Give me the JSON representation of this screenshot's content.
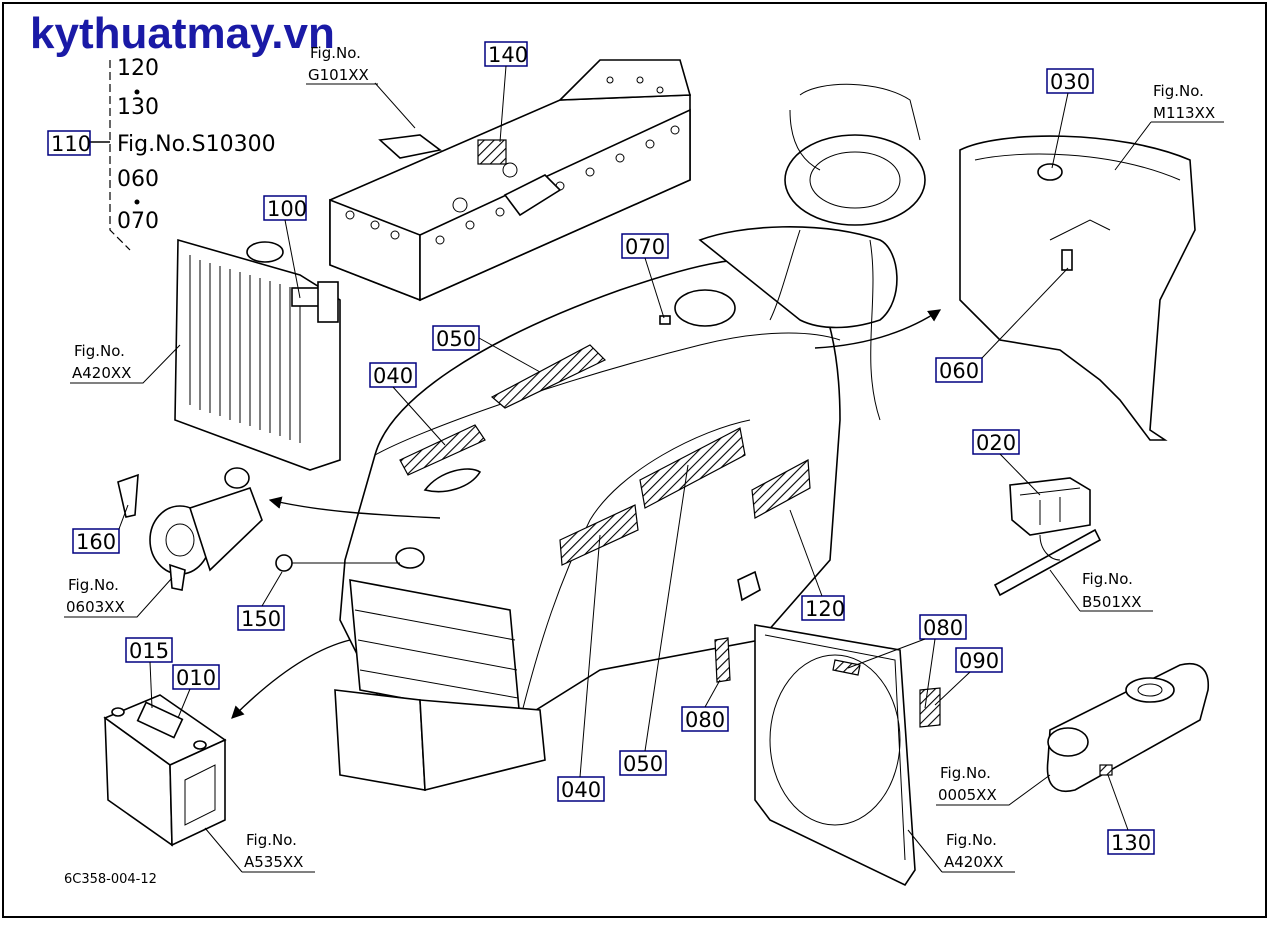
{
  "watermark": "kythuatmay.vn",
  "drawing_code": "6C358-004-12",
  "part_list": {
    "main_callout": "110",
    "items": [
      "120",
      "130",
      "Fig.No.S10300",
      "060",
      "070"
    ]
  },
  "callouts": {
    "c140": "140",
    "c100": "100",
    "c050_top": "050",
    "c040_top": "040",
    "c070": "070",
    "c030": "030",
    "c060": "060",
    "c020": "020",
    "c160": "160",
    "c150": "150",
    "c015": "015",
    "c010": "010",
    "c120": "120",
    "c080_right": "080",
    "c090": "090",
    "c080_left": "080",
    "c040_bottom": "040",
    "c050_bottom": "050",
    "c130": "130"
  },
  "figure_refs": {
    "g101": {
      "label": "Fig.No.",
      "code": "G101XX"
    },
    "m113": {
      "label": "Fig.No.",
      "code": "M113XX"
    },
    "a420_top": {
      "label": "Fig.No.",
      "code": "A420XX"
    },
    "b501": {
      "label": "Fig.No.",
      "code": "B501XX"
    },
    "f0603": {
      "label": "Fig.No.",
      "code": "0603XX"
    },
    "a535": {
      "label": "Fig.No.",
      "code": "A535XX"
    },
    "f0005": {
      "label": "Fig.No.",
      "code": "0005XX"
    },
    "a420_bottom": {
      "label": "Fig.No.",
      "code": "A420XX"
    }
  }
}
